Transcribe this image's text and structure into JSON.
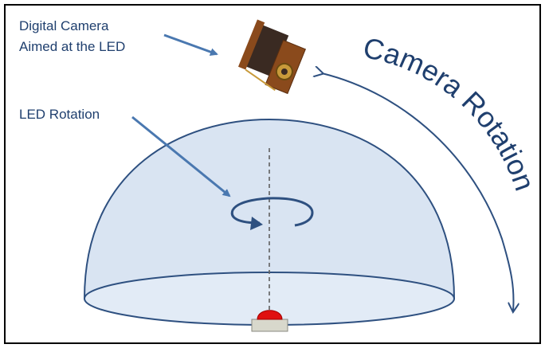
{
  "labels": {
    "camera_line1": "Digital Camera",
    "camera_line2": "Aimed at the LED",
    "led_rotation": "LED Rotation",
    "camera_rotation": "Camera Rotation"
  },
  "icons": {
    "camera": "camera-icon",
    "led": "led-icon"
  },
  "colors": {
    "border": "#000000",
    "dome_fill": "#d9e4f2",
    "dome_stroke": "#2e5080",
    "arrow": "#4a78b0",
    "text": "#1f3f6e",
    "led_red": "#e01010",
    "led_base": "#d8d8cc",
    "axis": "#606060",
    "camera_wood": "#8a4a1c",
    "camera_bellows": "#3a2a22",
    "camera_brass": "#c89a3a"
  }
}
